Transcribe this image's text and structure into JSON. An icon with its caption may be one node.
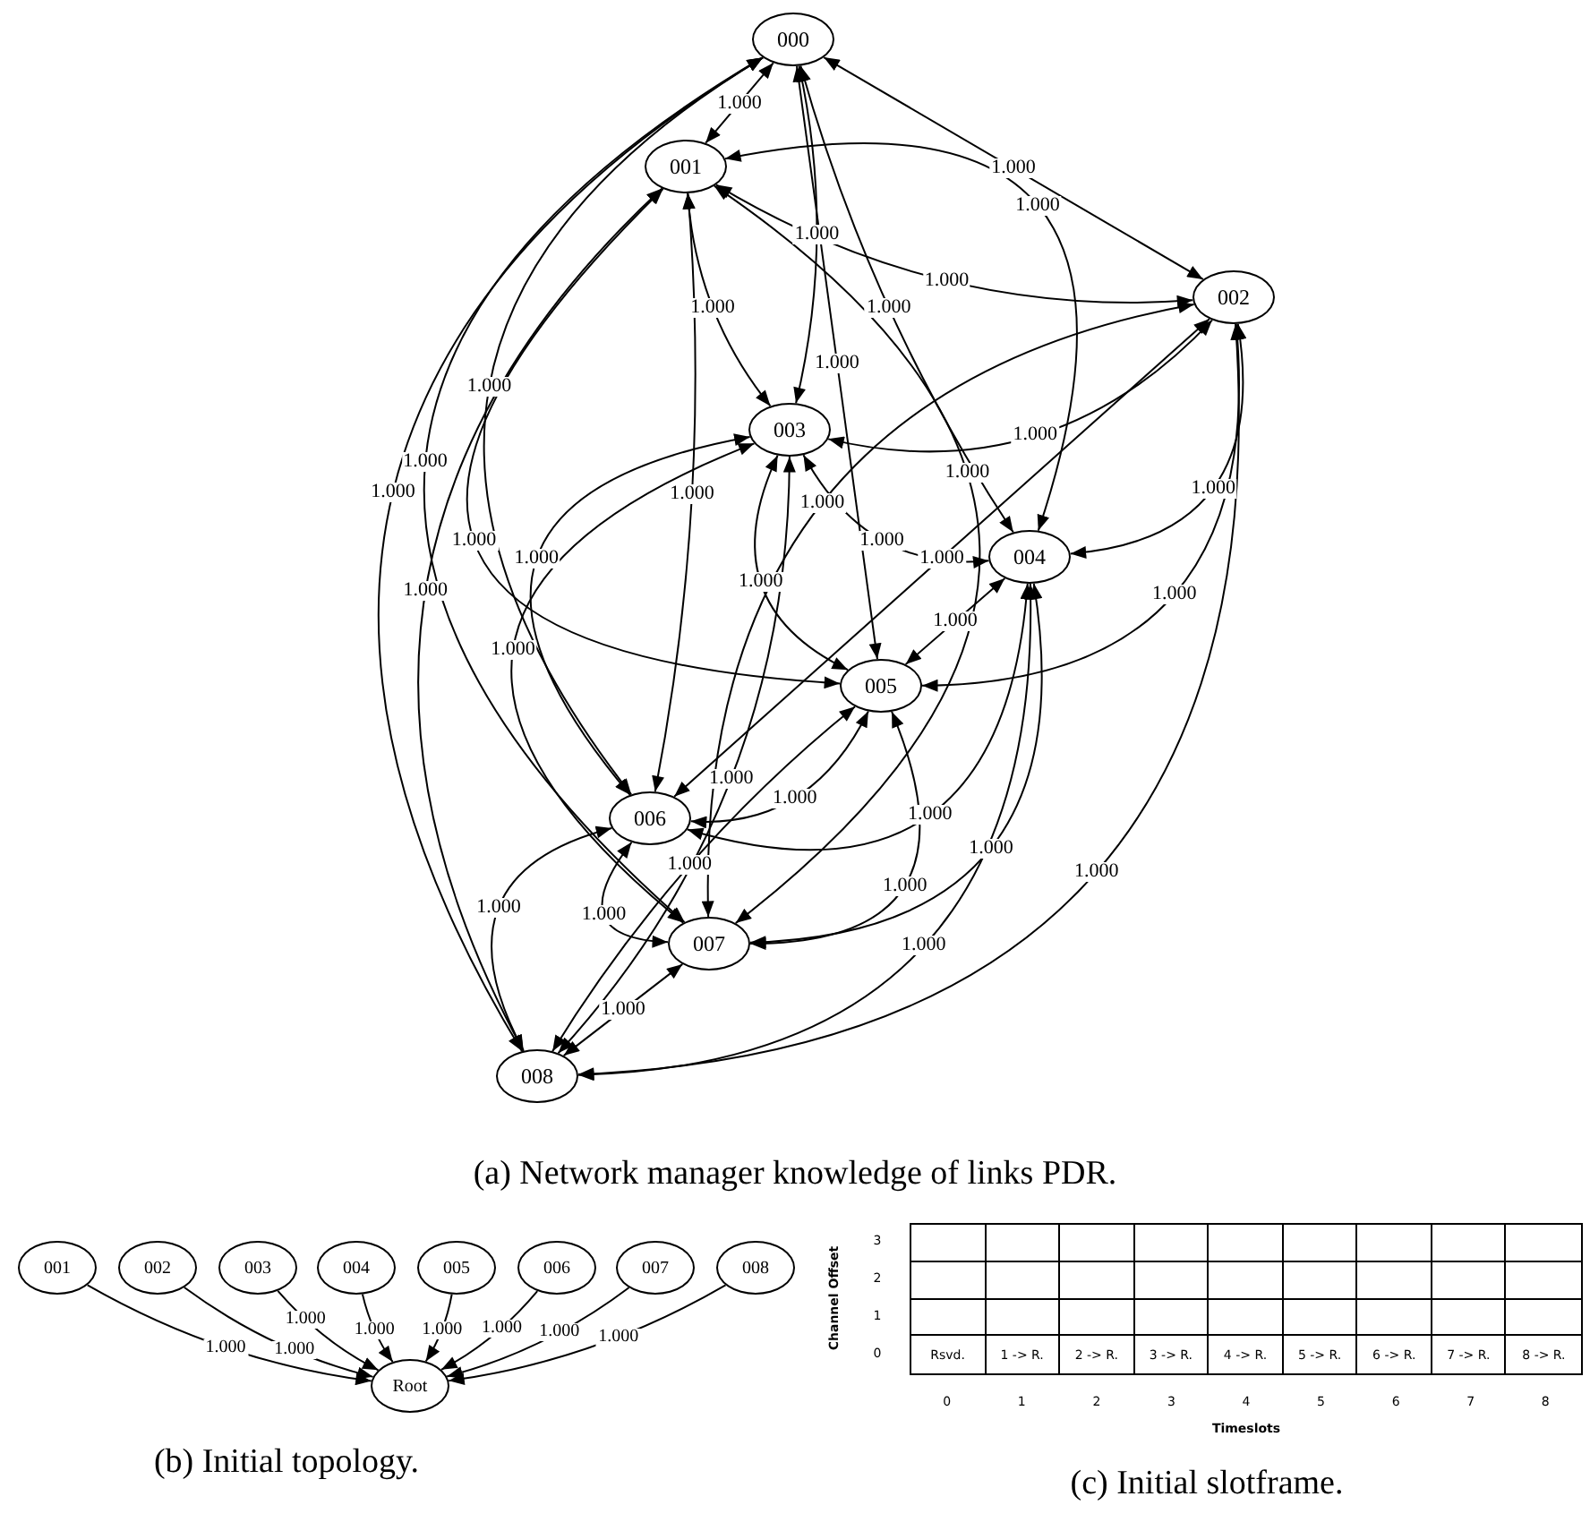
{
  "diagram": {
    "nodes": [
      {
        "text": [
          "000"
        ]
      },
      {
        "text": [
          "001"
        ]
      },
      {
        "text": [
          "002"
        ]
      },
      {
        "text": [
          "003"
        ]
      },
      {
        "text": [
          "004"
        ]
      },
      {
        "text": [
          "005"
        ]
      },
      {
        "text": [
          "006"
        ]
      },
      {
        "text": [
          "007"
        ]
      },
      {
        "text": [
          "008"
        ]
      },
      {
        "text": [
          "001"
        ]
      },
      {
        "text": [
          "002"
        ]
      },
      {
        "text": [
          "003"
        ]
      },
      {
        "text": [
          "004"
        ]
      },
      {
        "text": [
          "005"
        ]
      },
      {
        "text": [
          "006"
        ]
      },
      {
        "text": [
          "007"
        ]
      },
      {
        "text": [
          "008"
        ]
      },
      {
        "text": [
          "Root"
        ]
      }
    ],
    "edges": [
      {
        "from": 0,
        "to": 1,
        "arrow": "both",
        "label": "1.000"
      },
      {
        "from": 0,
        "to": 2,
        "arrow": "both",
        "label": "1.000"
      },
      {
        "from": 0,
        "to": 3,
        "arrow": "both",
        "label": "1.000"
      },
      {
        "from": 0,
        "to": 4,
        "arrow": "both",
        "label": "1.000"
      },
      {
        "from": 0,
        "to": 5,
        "arrow": "both",
        "label": "1.000"
      },
      {
        "from": 0,
        "to": 6,
        "arrow": "both",
        "label": "1.000"
      },
      {
        "from": 0,
        "to": 7,
        "arrow": "both",
        "label": "1.000"
      },
      {
        "from": 0,
        "to": 8,
        "arrow": "both",
        "label": "1.000"
      },
      {
        "from": 1,
        "to": 2,
        "arrow": "both",
        "label": "1.000"
      },
      {
        "from": 1,
        "to": 3,
        "arrow": "both",
        "label": "1.000"
      },
      {
        "from": 1,
        "to": 4,
        "arrow": "both",
        "label": "1.000"
      },
      {
        "from": 1,
        "to": 5,
        "arrow": "both",
        "label": "1.000"
      },
      {
        "from": 1,
        "to": 6,
        "arrow": "both",
        "label": "1.000"
      },
      {
        "from": 1,
        "to": 7,
        "arrow": "both",
        "label": "1.000"
      },
      {
        "from": 1,
        "to": 8,
        "arrow": "both",
        "label": "1.000"
      },
      {
        "from": 2,
        "to": 3,
        "arrow": "both",
        "label": "1.000"
      },
      {
        "from": 2,
        "to": 4,
        "arrow": "both",
        "label": "1.000"
      },
      {
        "from": 2,
        "to": 5,
        "arrow": "both",
        "label": "1.000"
      },
      {
        "from": 2,
        "to": 6,
        "arrow": "both",
        "label": "1.000"
      },
      {
        "from": 2,
        "to": 7,
        "arrow": "both",
        "label": "1.000"
      },
      {
        "from": 2,
        "to": 8,
        "arrow": "both",
        "label": "1.000"
      },
      {
        "from": 3,
        "to": 4,
        "arrow": "both",
        "label": "1.000"
      },
      {
        "from": 3,
        "to": 5,
        "arrow": "both",
        "label": "1.000"
      },
      {
        "from": 3,
        "to": 6,
        "arrow": "both",
        "label": "1.000"
      },
      {
        "from": 3,
        "to": 7,
        "arrow": "both",
        "label": "1.000"
      },
      {
        "from": 3,
        "to": 8,
        "arrow": "both",
        "label": "1.000"
      },
      {
        "from": 4,
        "to": 5,
        "arrow": "both",
        "label": "1.000"
      },
      {
        "from": 4,
        "to": 6,
        "arrow": "both",
        "label": "1.000"
      },
      {
        "from": 4,
        "to": 7,
        "arrow": "both",
        "label": "1.000"
      },
      {
        "from": 4,
        "to": 8,
        "arrow": "both",
        "label": "1.000"
      },
      {
        "from": 5,
        "to": 6,
        "arrow": "both",
        "label": "1.000"
      },
      {
        "from": 5,
        "to": 7,
        "arrow": "both",
        "label": "1.000"
      },
      {
        "from": 5,
        "to": 8,
        "arrow": "both",
        "label": "1.000"
      },
      {
        "from": 6,
        "to": 7,
        "arrow": "both",
        "label": "1.000"
      },
      {
        "from": 6,
        "to": 8,
        "arrow": "both",
        "label": "1.000"
      },
      {
        "from": 7,
        "to": 8,
        "arrow": "both",
        "label": "1.000"
      },
      {
        "from": 9,
        "to": 17,
        "arrow": "to",
        "label": "1.000"
      },
      {
        "from": 10,
        "to": 17,
        "arrow": "to",
        "label": "1.000"
      },
      {
        "from": 11,
        "to": 17,
        "arrow": "to",
        "label": "1.000"
      },
      {
        "from": 12,
        "to": 17,
        "arrow": "to",
        "label": "1.000"
      },
      {
        "from": 13,
        "to": 17,
        "arrow": "to",
        "label": "1.000"
      },
      {
        "from": 14,
        "to": 17,
        "arrow": "to",
        "label": "1.000"
      },
      {
        "from": 15,
        "to": 17,
        "arrow": "to",
        "label": "1.000"
      },
      {
        "from": 16,
        "to": 17,
        "arrow": "to",
        "label": "1.000"
      }
    ],
    "labels": [
      "(a) Network manager knowledge of links PDR.",
      "Channel Offset",
      "3",
      "2",
      "1",
      "0",
      "Rsvd.",
      "1 -> R.",
      "2 -> R.",
      "3 -> R.",
      "4 -> R.",
      "5 -> R.",
      "6 -> R.",
      "7 -> R.",
      "8 -> R.",
      "0",
      "1",
      "2",
      "3",
      "4",
      "5",
      "6",
      "7",
      "8",
      "Timeslots",
      "(b) Initial topology.",
      "(c) Initial slotframe."
    ]
  }
}
